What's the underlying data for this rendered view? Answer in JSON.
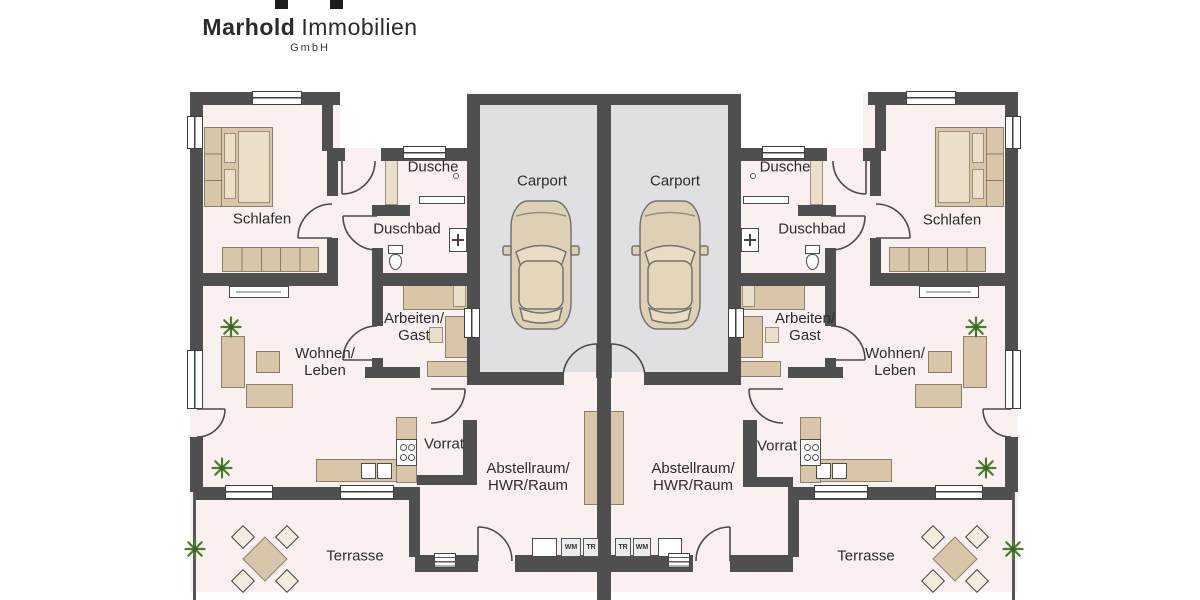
{
  "brand": {
    "bold": "Marhold",
    "regular": "Immobilien",
    "suffix": "GmbH"
  },
  "labels": {
    "schlafen": "Schlafen",
    "dusche": "Dusche",
    "duschbad": "Duschbad",
    "carport": "Carport",
    "arbeiten_gast": "Arbeiten/\nGast",
    "wohnen_leben": "Wohnen/\nLeben",
    "vorrat": "Vorrat",
    "abstellraum": "Abstellraum/\nHWR/Raum",
    "terrasse": "Terrasse",
    "wm": "WM",
    "tr": "TR"
  },
  "colors": {
    "wall": "#4f4f50",
    "floor": "#faf0f0",
    "carport_floor": "#e0e0e2",
    "furniture": "#d9c6a9",
    "furniture_light": "#ecdfca",
    "plant_green": "#4c7e2e",
    "line": "#4a4a4a"
  }
}
